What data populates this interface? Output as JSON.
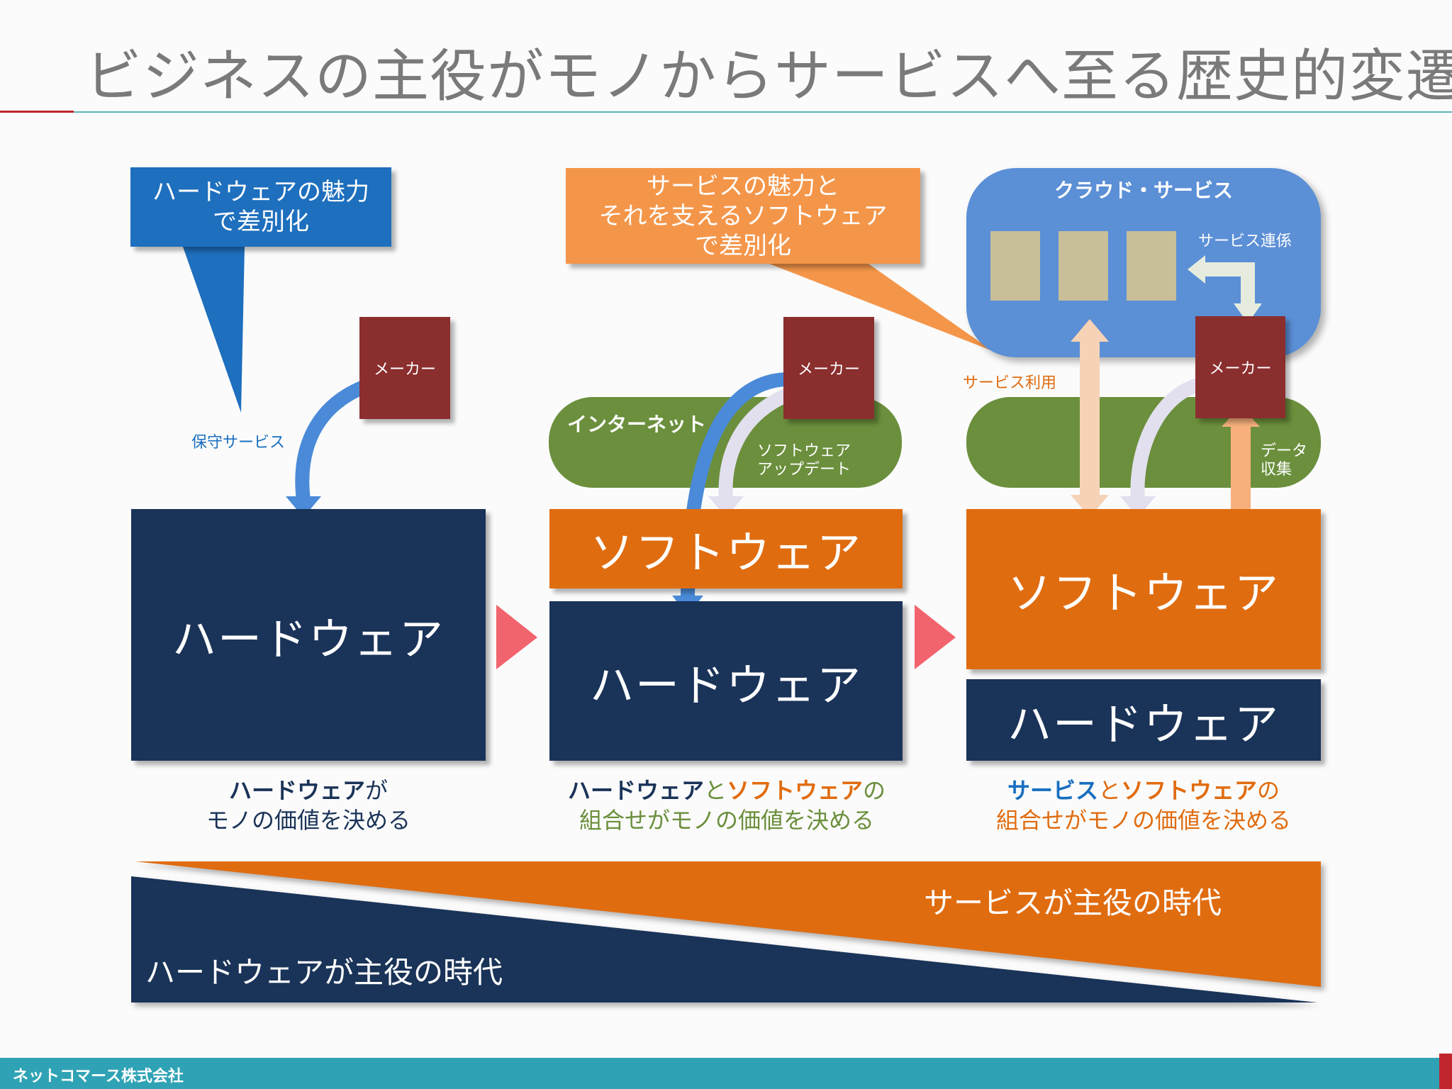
{
  "title": "ビジネスの主役がモノからサービスへ至る歴史的変遷",
  "callouts": {
    "hardware_appeal": [
      "ハードウェアの魅力",
      "で差別化"
    ],
    "service_appeal": [
      "サービスの魅力と",
      "それを支えるソフトウェア",
      "で差別化"
    ]
  },
  "stage1": {
    "maker": "メーカー",
    "maintenance": "保守サービス",
    "hardware": "ハードウェア",
    "caption_bold": "ハードウェア",
    "caption_rest1": "が",
    "caption_line2": "モノの価値を決める"
  },
  "stage2": {
    "maker": "メーカー",
    "internet": "インターネット",
    "update_line1": "ソフトウェア",
    "update_line2": "アップデート",
    "software": "ソフトウェア",
    "hardware": "ハードウェア",
    "caption_bold1": "ハードウェア",
    "caption_mid": "と",
    "caption_bold2": "ソフトウェア",
    "caption_end": "の",
    "caption_line2": "組合せがモノの価値を決める"
  },
  "stage3": {
    "cloud": "クラウド・サービス",
    "service_link": "サービス連係",
    "service_use": "サービス利用",
    "maker": "メーカー",
    "data_line1": "データ",
    "data_line2": "収集",
    "software": "ソフトウェア",
    "hardware": "ハードウェア",
    "caption_bold1": "サービス",
    "caption_mid": "と",
    "caption_bold2": "ソフトウェア",
    "caption_end": "の",
    "caption_line2": "組合せがモノの価値を決める"
  },
  "eras": {
    "service": "サービスが主役の時代",
    "hardware": "ハードウェアが主役の時代"
  },
  "footer": "ネットコマース株式会社",
  "colors": {
    "navy": "#1a3358",
    "orange": "#e06c10",
    "blue": "#1a6fc0",
    "green": "#6b8f3c",
    "maroon": "#8b2e2e",
    "cloud": "#5b8fd6",
    "tan": "#c8bf98",
    "pink_arrow": "#f2646d",
    "teal": "#2fa3b5"
  }
}
